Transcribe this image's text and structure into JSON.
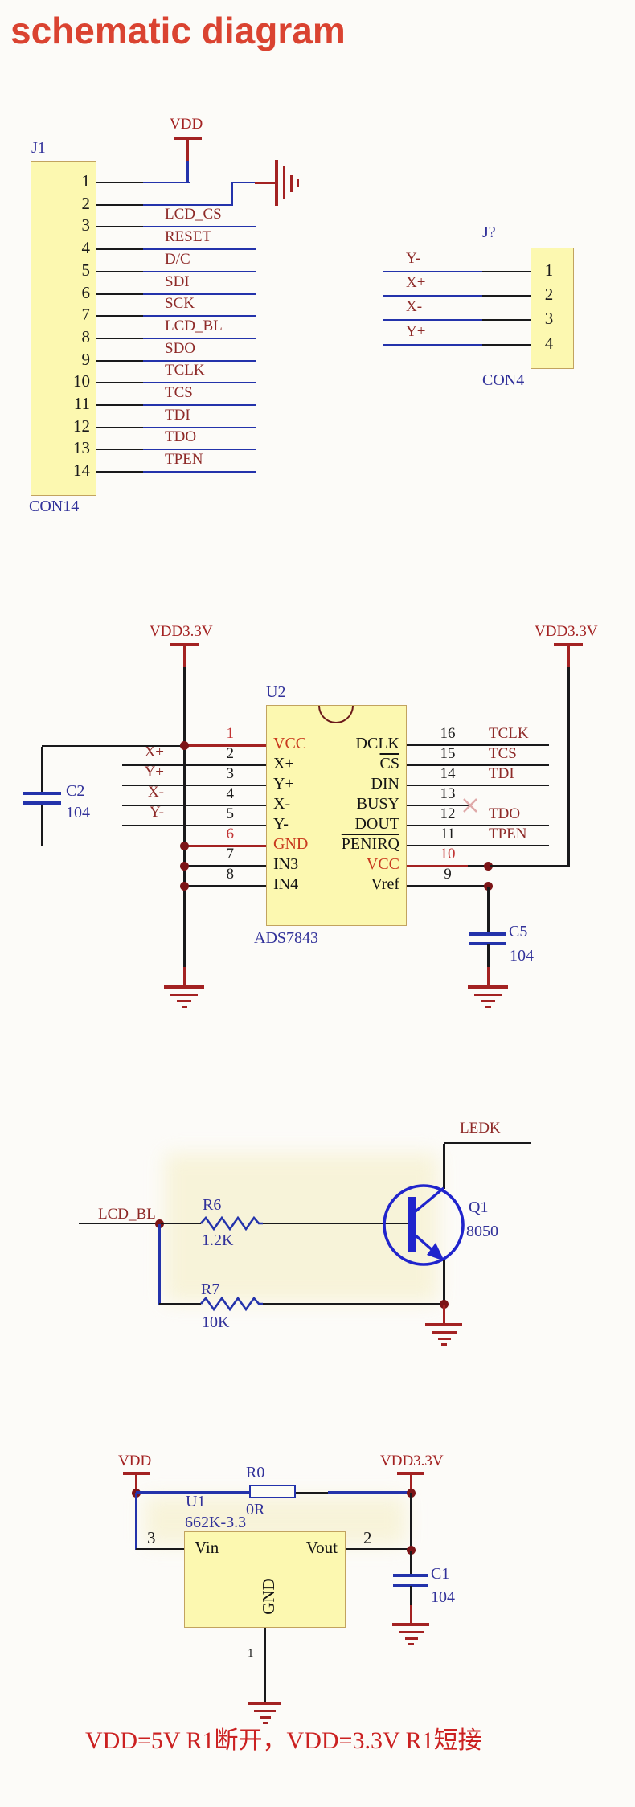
{
  "title": "schematic diagram",
  "note": "VDD=5V R1断开，VDD=3.3V R1短接",
  "nets": {
    "vdd": "VDD",
    "vdd33": "VDD3.3V"
  },
  "colors": {
    "title_red": "#da4331",
    "wire_blue": "#2433ab",
    "wire_black": "#19191b",
    "power_red": "#a32222",
    "net_label_maroon": "#8e2a28",
    "ref_navy": "#32329a",
    "component_fill": "#fcf8b0",
    "component_border": "#c2a35f",
    "power_pin_red": "#c8391e",
    "junction_dot": "#7c1417",
    "transistor_blue": "#2024cc"
  },
  "j1": {
    "ref": "J1",
    "footprint": "CON14",
    "pins": [
      "1",
      "2",
      "3",
      "4",
      "5",
      "6",
      "7",
      "8",
      "9",
      "10",
      "11",
      "12",
      "13",
      "14"
    ],
    "labels": [
      "LCD_CS",
      "RESET",
      "D/C",
      "SDI",
      "SCK",
      "LCD_BL",
      "SDO",
      "TCLK",
      "TCS",
      "TDI",
      "TDO",
      "TPEN"
    ]
  },
  "j2": {
    "ref": "J?",
    "footprint": "CON4",
    "pins": [
      "1",
      "2",
      "3",
      "4"
    ],
    "labels": [
      "Y-",
      "X+",
      "X-",
      "Y+"
    ]
  },
  "u2": {
    "ref": "U2",
    "part": "ADS7843",
    "left": {
      "nums": [
        "1",
        "2",
        "3",
        "4",
        "5",
        "6",
        "7",
        "8"
      ],
      "names": [
        "VCC",
        "X+",
        "Y+",
        "X-",
        "Y-",
        "GND",
        "IN3",
        "IN4"
      ],
      "stubs": [
        "X+",
        "Y+",
        "X-",
        "Y-"
      ]
    },
    "right": {
      "nums": [
        "16",
        "15",
        "14",
        "13",
        "12",
        "11",
        "10",
        "9"
      ],
      "names": [
        "DCLK",
        "CS",
        "DIN",
        "BUSY",
        "DOUT",
        "PENIRQ",
        "VCC",
        "Vref"
      ],
      "labels": [
        "TCLK",
        "TCS",
        "TDI",
        "TDO",
        "TPEN"
      ]
    },
    "c2": {
      "ref": "C2",
      "value": "104"
    },
    "c5": {
      "ref": "C5",
      "value": "104"
    }
  },
  "q": {
    "input": "LCD_BL",
    "output": "LEDK",
    "ref": "Q1",
    "part": "8050",
    "r6": {
      "ref": "R6",
      "value": "1.2K"
    },
    "r7": {
      "ref": "R7",
      "value": "10K"
    }
  },
  "reg": {
    "ref": "U1",
    "part": "662K-3.3",
    "r0": {
      "ref": "R0",
      "value": "0R"
    },
    "c1": {
      "ref": "C1",
      "value": "104"
    },
    "vin": "Vin",
    "vout": "Vout",
    "gnd": "GND",
    "vin_num": "3",
    "vout_num": "2",
    "gnd_num": "1"
  }
}
